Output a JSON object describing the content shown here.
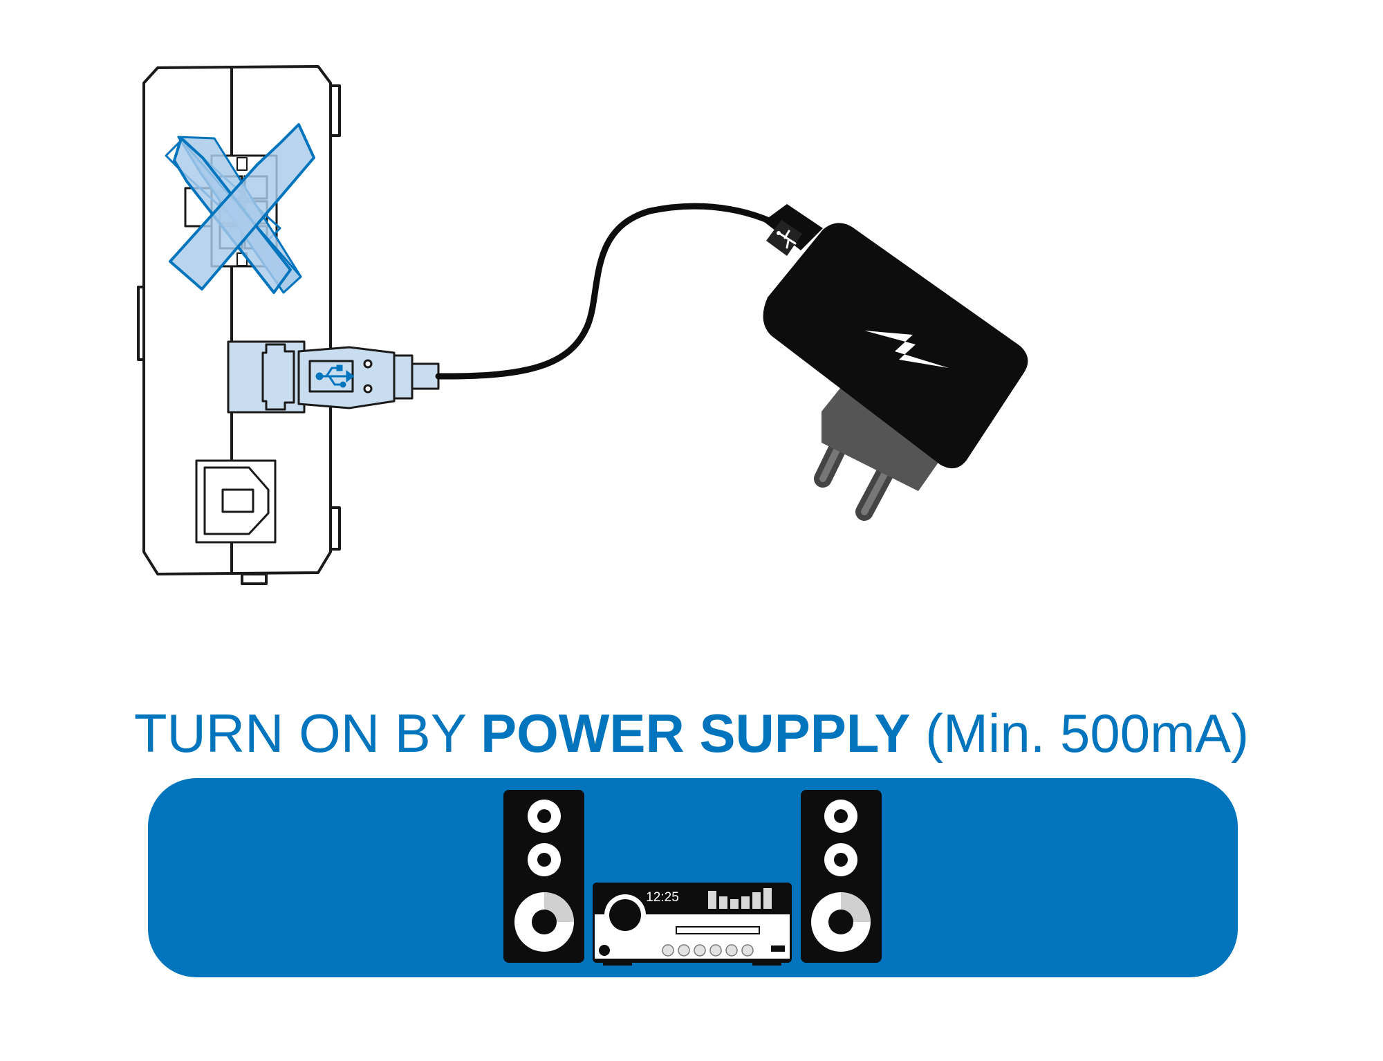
{
  "caption": {
    "prefix": "TURN ON BY ",
    "emphasis": "POWER SUPPLY",
    "suffix": " (Min. 500mA)"
  },
  "stereo": {
    "clock": "12:25"
  },
  "colors": {
    "brand_blue": "#0074bc",
    "light_blue": "#c8ddf0",
    "cross_blue": "#a9cbea",
    "outline": "#1a1a1a",
    "charger_black": "#0d0d0d",
    "plug_grey": "#555555"
  },
  "icons": [
    "usb-icon",
    "lightning-bolt-icon",
    "cross-icon",
    "speaker-icon"
  ]
}
